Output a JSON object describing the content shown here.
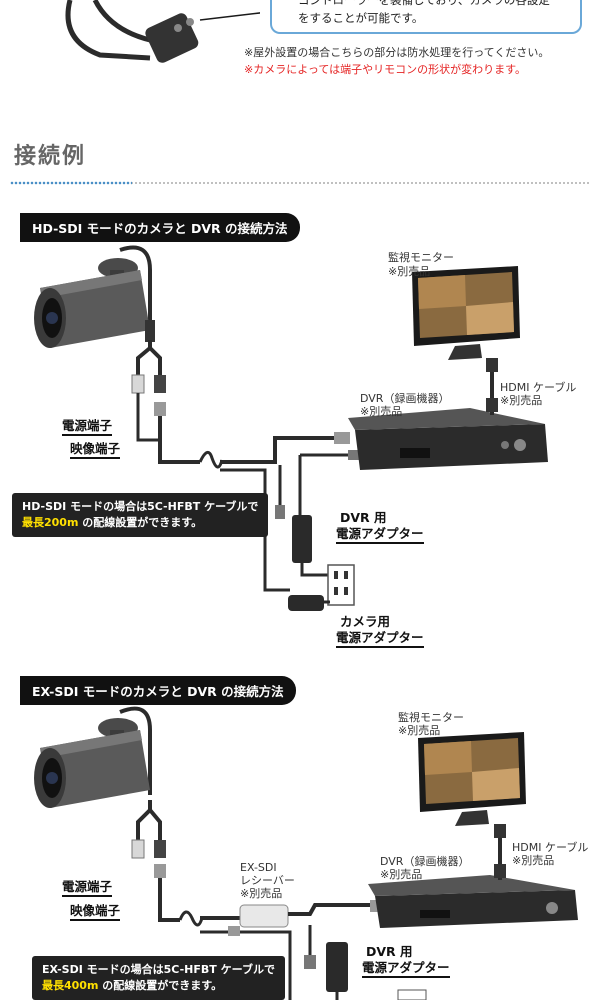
{
  "top": {
    "line1": "コントローラーを装備しており、カメラの各設定",
    "line2": "をすることが可能です。",
    "note1": "※屋外設置の場合こちらの部分は防水処理を行ってください。",
    "note2": "※カメラによっては端子やリモコンの形状が変わります。"
  },
  "section": {
    "title": "接続例"
  },
  "diagram1": {
    "heading": "HD-SDI モードのカメラと DVR の接続方法",
    "monitor_label": "監視モニター",
    "monitor_sub": "※別売品",
    "hdmi_label": "HDMI ケーブル",
    "hdmi_sub": "※別売品",
    "dvr_label": "DVR（録画機器）",
    "dvr_sub": "※別売品",
    "power_terminal": "電源端子",
    "video_terminal": "映像端子",
    "callout_line1": "HD-SDI モードの場合は5C-HFBT ケーブルで",
    "callout_hl": "最長200m",
    "callout_rest": " の配線設置ができます。",
    "dvr_adapter_1": "DVR 用",
    "dvr_adapter_2": "電源アダプター",
    "cam_adapter_1": "カメラ用",
    "cam_adapter_2": "電源アダプター"
  },
  "diagram2": {
    "heading": "EX-SDI モードのカメラと DVR の接続方法",
    "monitor_label": "監視モニター",
    "monitor_sub": "※別売品",
    "hdmi_label": "HDMI ケーブル",
    "hdmi_sub": "※別売品",
    "dvr_label": "DVR（録画機器）",
    "dvr_sub": "※別売品",
    "receiver_1": "EX-SDI",
    "receiver_2": "レシーバー",
    "receiver_3": "※別売品",
    "power_terminal": "電源端子",
    "video_terminal": "映像端子",
    "callout_line1": "EX-SDI モードの場合は5C-HFBT ケーブルで",
    "callout_hl": "最長400m",
    "callout_rest": " の配線設置ができます。",
    "dvr_adapter_1": "DVR 用",
    "dvr_adapter_2": "電源アダプター"
  }
}
